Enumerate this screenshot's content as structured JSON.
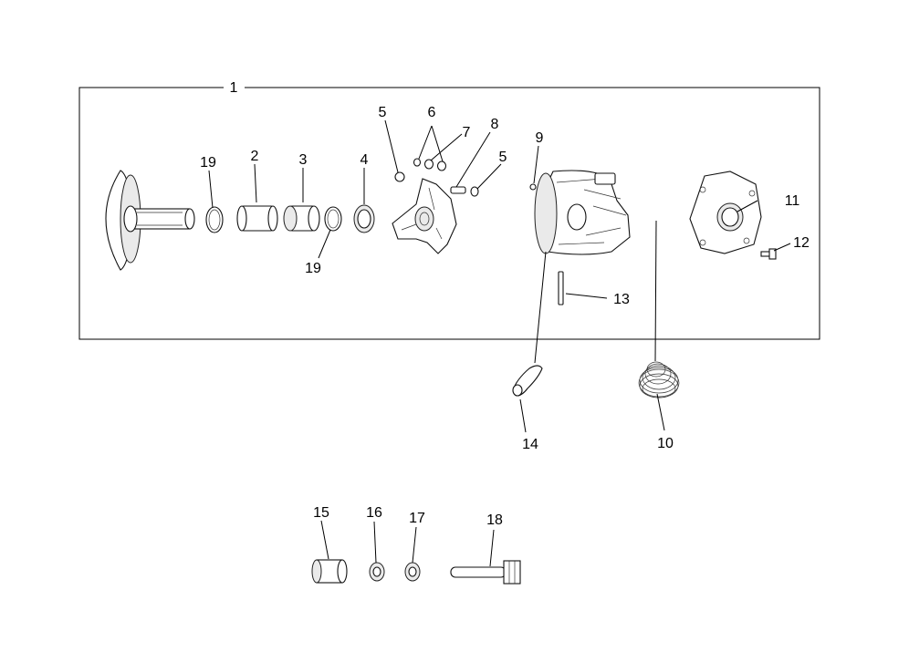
{
  "labels": {
    "l1": "1",
    "l2": "2",
    "l3": "3",
    "l4": "4",
    "l5a": "5",
    "l5b": "5",
    "l6": "6",
    "l7": "7",
    "l8": "8",
    "l9": "9",
    "l10": "10",
    "l11": "11",
    "l12": "12",
    "l13": "13",
    "l14": "14",
    "l15": "15",
    "l16": "16",
    "l17": "17",
    "l18": "18",
    "l19a": "19",
    "l19b": "19"
  }
}
